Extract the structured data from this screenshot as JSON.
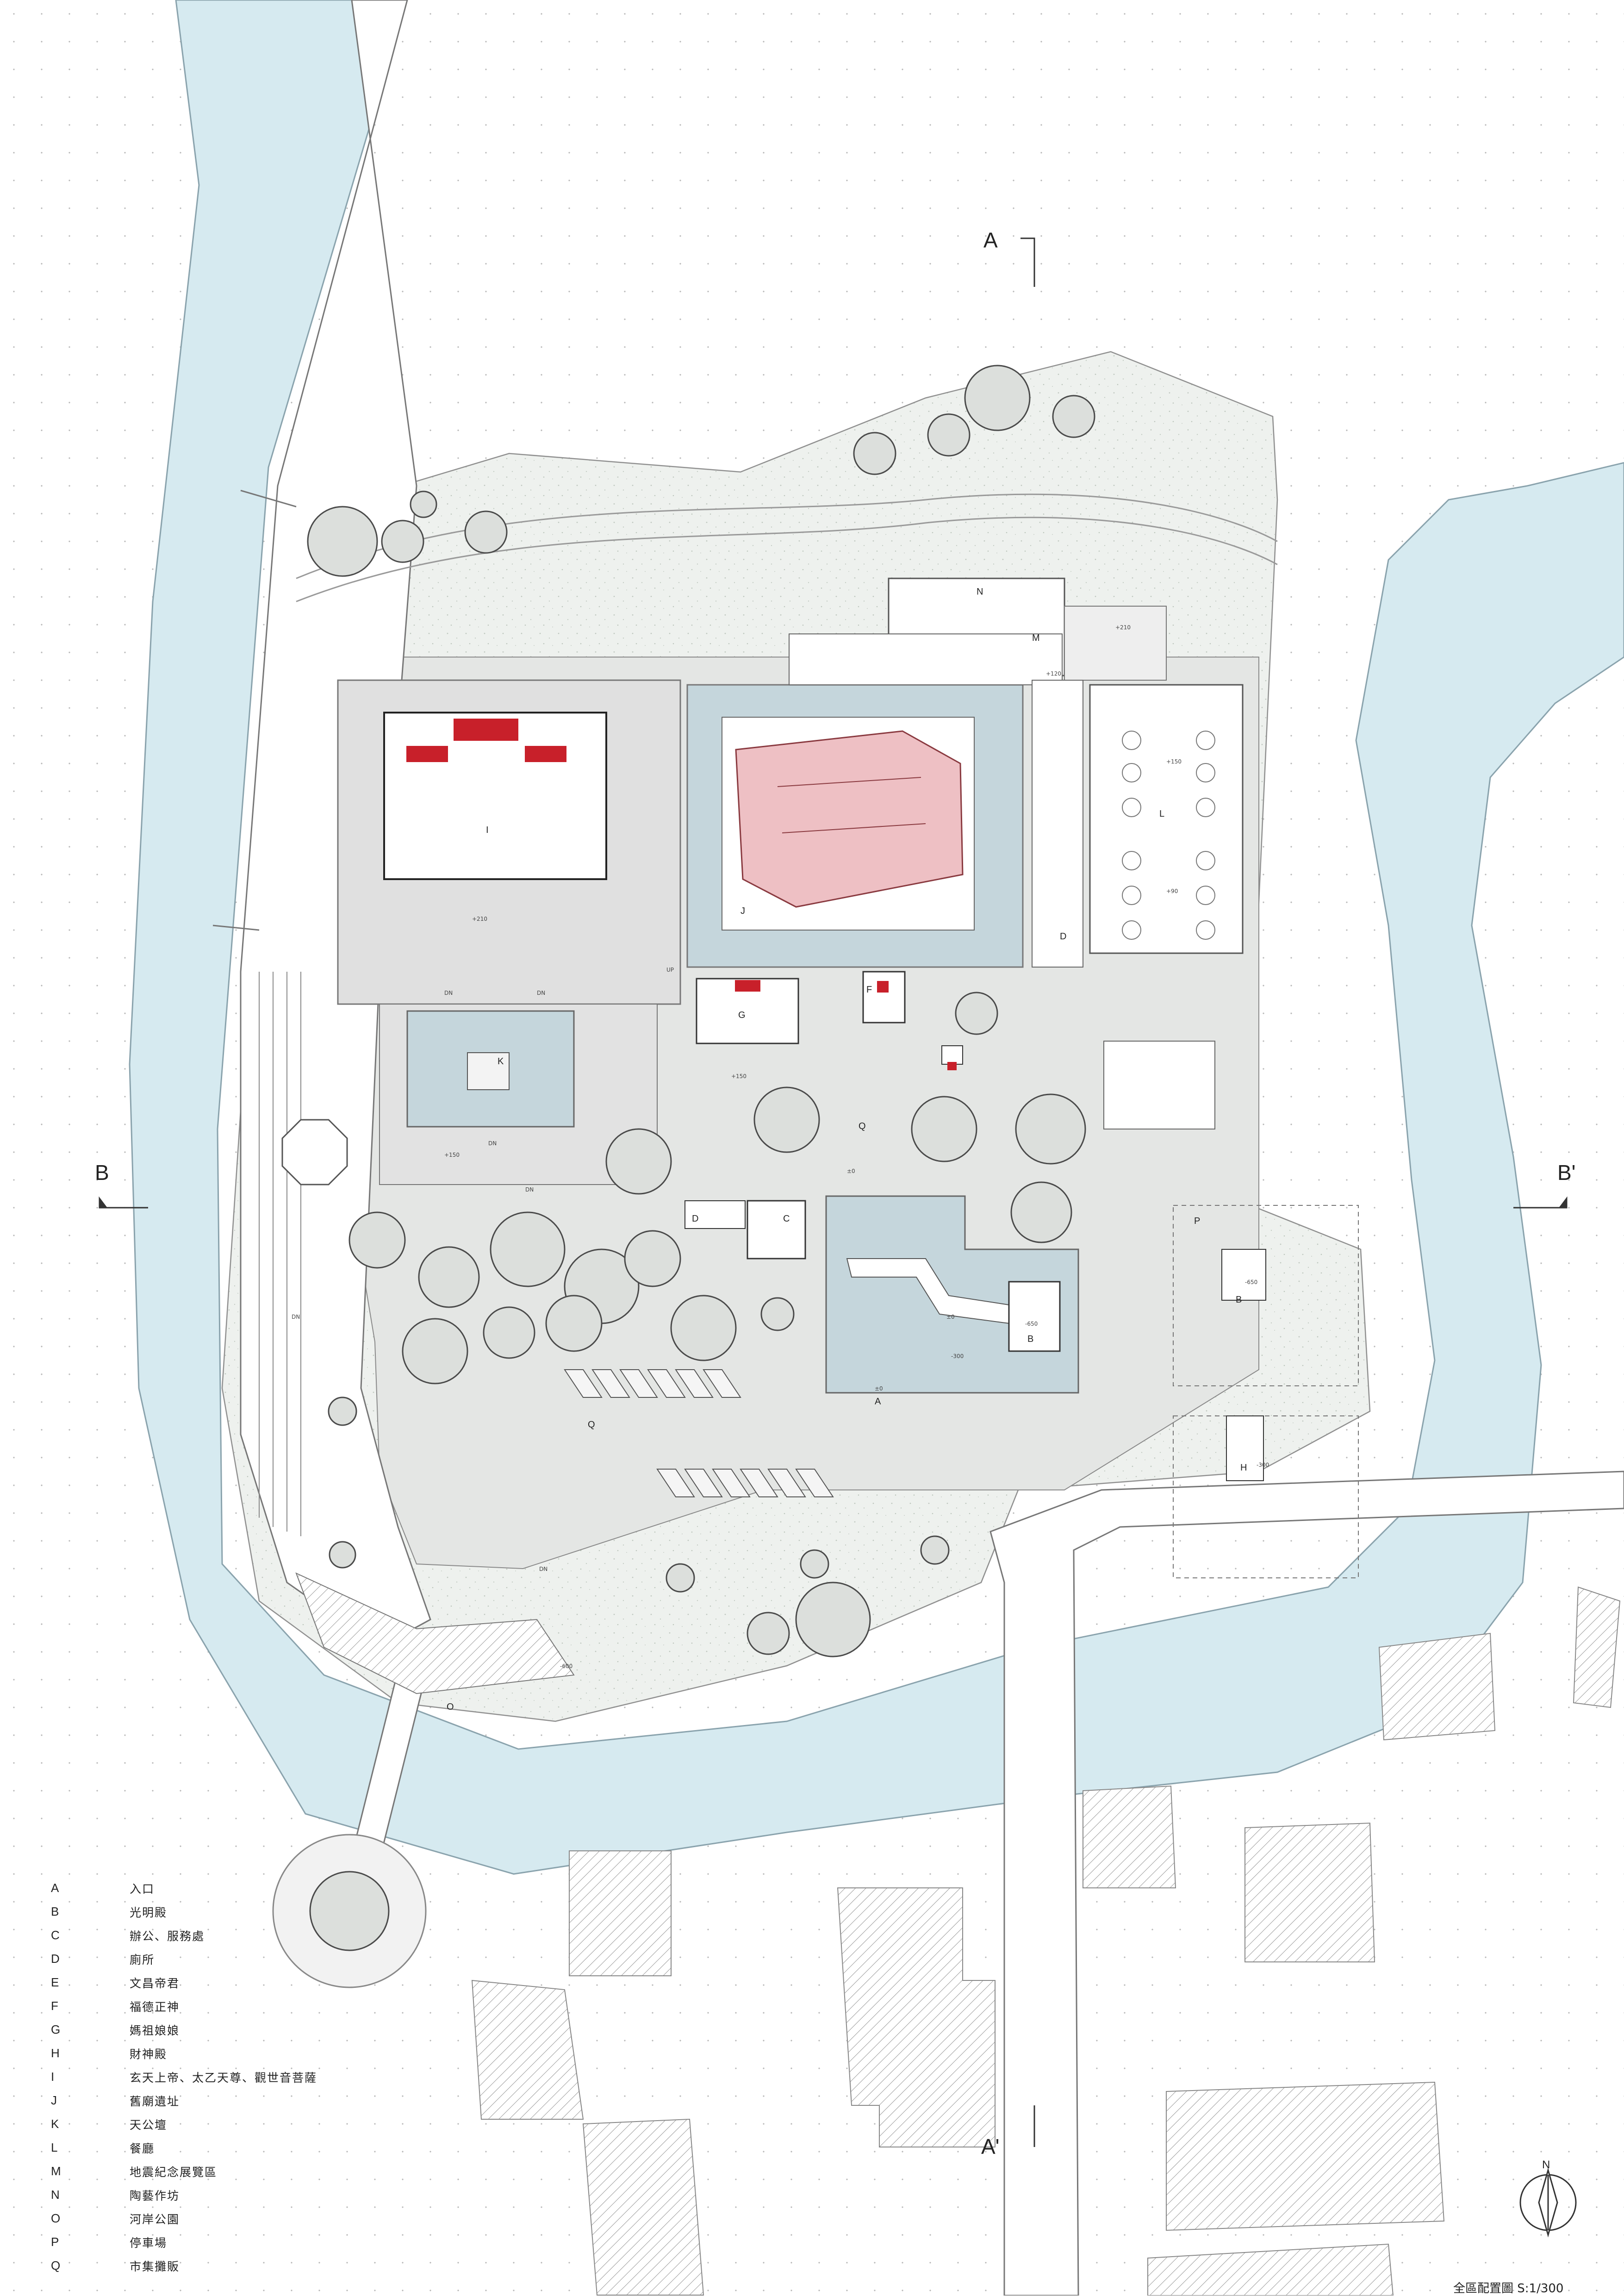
{
  "legend": [
    {
      "key": "A",
      "label": "入口"
    },
    {
      "key": "B",
      "label": "光明殿"
    },
    {
      "key": "C",
      "label": "辦公、服務處"
    },
    {
      "key": "D",
      "label": "廁所"
    },
    {
      "key": "E",
      "label": "文昌帝君"
    },
    {
      "key": "F",
      "label": "福德正神"
    },
    {
      "key": "G",
      "label": "媽祖娘娘"
    },
    {
      "key": "H",
      "label": "財神殿"
    },
    {
      "key": "I",
      "label": "玄天上帝、太乙天尊、觀世音菩薩"
    },
    {
      "key": "J",
      "label": "舊廟遺址"
    },
    {
      "key": "K",
      "label": "天公壇"
    },
    {
      "key": "L",
      "label": "餐廳"
    },
    {
      "key": "M",
      "label": "地震紀念展覽區"
    },
    {
      "key": "N",
      "label": "陶藝作坊"
    },
    {
      "key": "O",
      "label": "河岸公園"
    },
    {
      "key": "P",
      "label": "停車場"
    },
    {
      "key": "Q",
      "label": "市集攤販"
    }
  ],
  "section_marks": {
    "a": "A",
    "a_prime": "A'",
    "b": "B",
    "b_prime": "B'"
  },
  "scale_caption": "全區配置圖 S:1/300",
  "north": "N",
  "zone_tags": {
    "A": "A",
    "B": "B",
    "B2": "B",
    "C": "C",
    "D": "D",
    "D2": "D",
    "F": "F",
    "G": "G",
    "H": "H",
    "I": "I",
    "J": "J",
    "K": "K",
    "L": "L",
    "M": "M",
    "N": "N",
    "O": "O",
    "P": "P",
    "Q": "Q",
    "Q2": "Q"
  },
  "elevations": {
    "e1": "+210",
    "e2": "+150",
    "e3": "+150",
    "e4": "±0",
    "e5": "±0",
    "e6": "±0",
    "e7": "+210",
    "e8": "+120",
    "e9": "+150",
    "e10": "+90",
    "e11": "-650",
    "e12": "-300",
    "e13": "-650",
    "e14": "-300",
    "e15": "-600"
  },
  "stair_marks": {
    "dn1": "DN",
    "dn2": "DN",
    "dn3": "DN",
    "dn4": "DN",
    "dn5": "DN",
    "dn6": "DN",
    "up1": "UP"
  },
  "colors": {
    "river": "#d6eaf0",
    "park": "#eef0ee",
    "plaza": "#e4e6e4",
    "pool": "#c5d6dc",
    "shrine_red": "#c8202a",
    "old_temple": "#eec0c4"
  }
}
